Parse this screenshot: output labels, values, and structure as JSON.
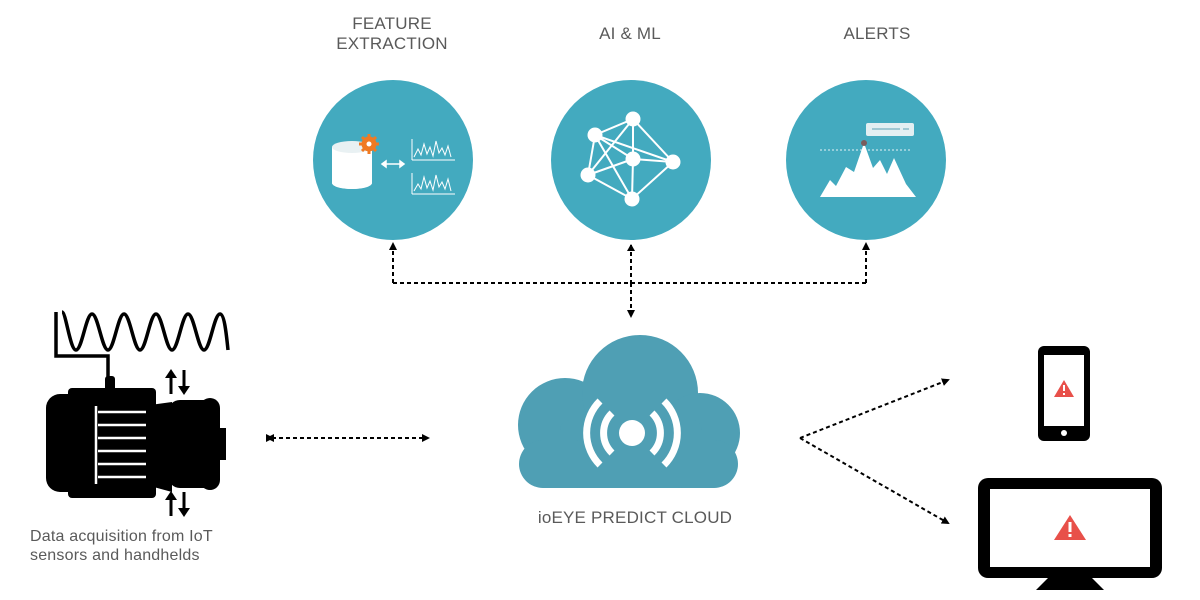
{
  "stages": {
    "feature_extraction": {
      "line1": "FEATURE",
      "line2": "EXTRACTION"
    },
    "ai_ml": {
      "label": "AI & ML"
    },
    "alerts": {
      "label": "ALERTS"
    }
  },
  "cloud": {
    "label": "ioEYE PREDICT CLOUD"
  },
  "acquisition": {
    "line1": "Data acquisition from IoT",
    "line2": "sensors and handhelds"
  },
  "colors": {
    "teal_circle": "#43aabf",
    "cloud": "#4f9fb4",
    "text": "#5a5a5a",
    "machine": "#000000",
    "warning": "#e8504a",
    "gear": "#f07a22"
  }
}
